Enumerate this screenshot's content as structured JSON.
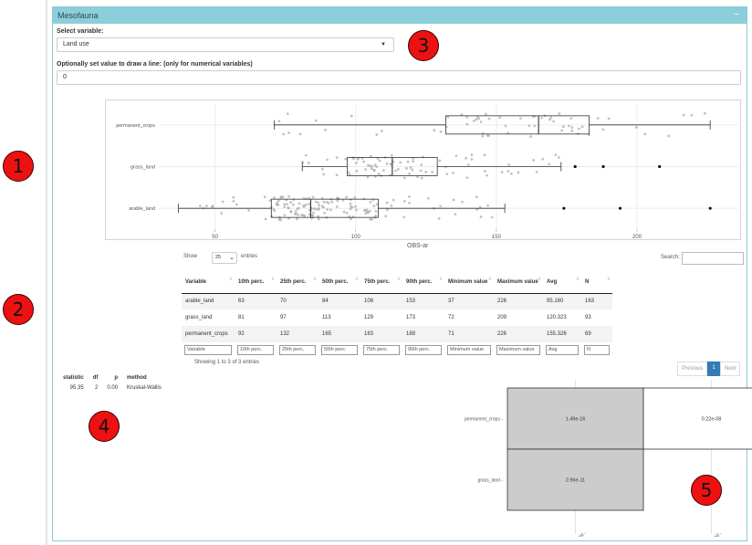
{
  "panel": {
    "title": "Mesofauna",
    "collapse_label": "−"
  },
  "controls": {
    "select_variable_label": "Select variable:",
    "select_variable_value": "Land use",
    "line_label": "Optionally set value to draw a line: (only for numerical variables)",
    "line_value": "0"
  },
  "annotations": [
    "1",
    "2",
    "3",
    "4",
    "5"
  ],
  "boxplot": {
    "xlabel": "OBS-ar",
    "xticks": [
      50,
      100,
      150,
      200
    ],
    "xlim": [
      30,
      236
    ],
    "categories": [
      "permanent_crops",
      "grass_land",
      "arable_land"
    ],
    "boxes": [
      {
        "name": "arable_land",
        "whisker_low": 37,
        "q1": 70,
        "median": 84,
        "q3": 108,
        "whisker_high": 153,
        "outliers": [
          174,
          194,
          226
        ]
      },
      {
        "name": "grass_land",
        "whisker_low": 81,
        "q1": 97,
        "median": 113,
        "q3": 129,
        "whisker_high": 173,
        "outliers": [
          178,
          188,
          208
        ]
      },
      {
        "name": "permanent_crops",
        "whisker_low": 71,
        "q1": 132,
        "median": 165,
        "q3": 183,
        "whisker_high": 226,
        "outliers": []
      }
    ]
  },
  "table": {
    "show_label": "Show",
    "page_length": "25",
    "entries_label": "entries",
    "search_label": "Search:",
    "columns": [
      "Variable",
      "10th perc.",
      "25th perc.",
      "50th perc.",
      "75th perc.",
      "90th perc.",
      "Minimum value",
      "Maximum value",
      "Avg",
      "N"
    ],
    "rows": [
      [
        "arable_land",
        "63",
        "70",
        "84",
        "108",
        "153",
        "37",
        "226",
        "95.160",
        "163"
      ],
      [
        "grass_land",
        "81",
        "97",
        "113",
        "129",
        "173",
        "72",
        "209",
        "120.323",
        "93"
      ],
      [
        "permanent_crops",
        "92",
        "132",
        "165",
        "183",
        "188",
        "71",
        "226",
        "155.326",
        "69"
      ]
    ],
    "filter_placeholders": [
      "Variable",
      "10th perc.",
      "25th perc.",
      "50th perc.",
      "75th perc.",
      "90th perc.",
      "Minimum value",
      "Maximum value",
      "Avg",
      "N"
    ],
    "info": "Showing 1 to 3 of 3 entries",
    "prev_label": "Previous",
    "page_label": "1",
    "next_label": "Next"
  },
  "kruskal": {
    "headers": [
      "statistic",
      "df",
      "p",
      "method"
    ],
    "row": [
      "95.35",
      "2",
      "0.00",
      "Kruskal-Wallis"
    ]
  },
  "pairwise": {
    "row_labels": [
      "permanent_crops -",
      "grass_land -"
    ],
    "col_labels": [
      "arable_land",
      "grass_land"
    ],
    "cells": [
      {
        "row": 0,
        "col": 0,
        "text": "1.49e-16",
        "fill": "#cccccc"
      },
      {
        "row": 0,
        "col": 1,
        "text": "0.22e-08",
        "fill": "#ffffff"
      },
      {
        "row": 1,
        "col": 0,
        "text": "2.96e-11",
        "fill": "#cccccc"
      }
    ]
  },
  "colors": {
    "header_bg": "#8dcedb",
    "badge": "#ee1111",
    "pager_active": "#337ab7"
  }
}
